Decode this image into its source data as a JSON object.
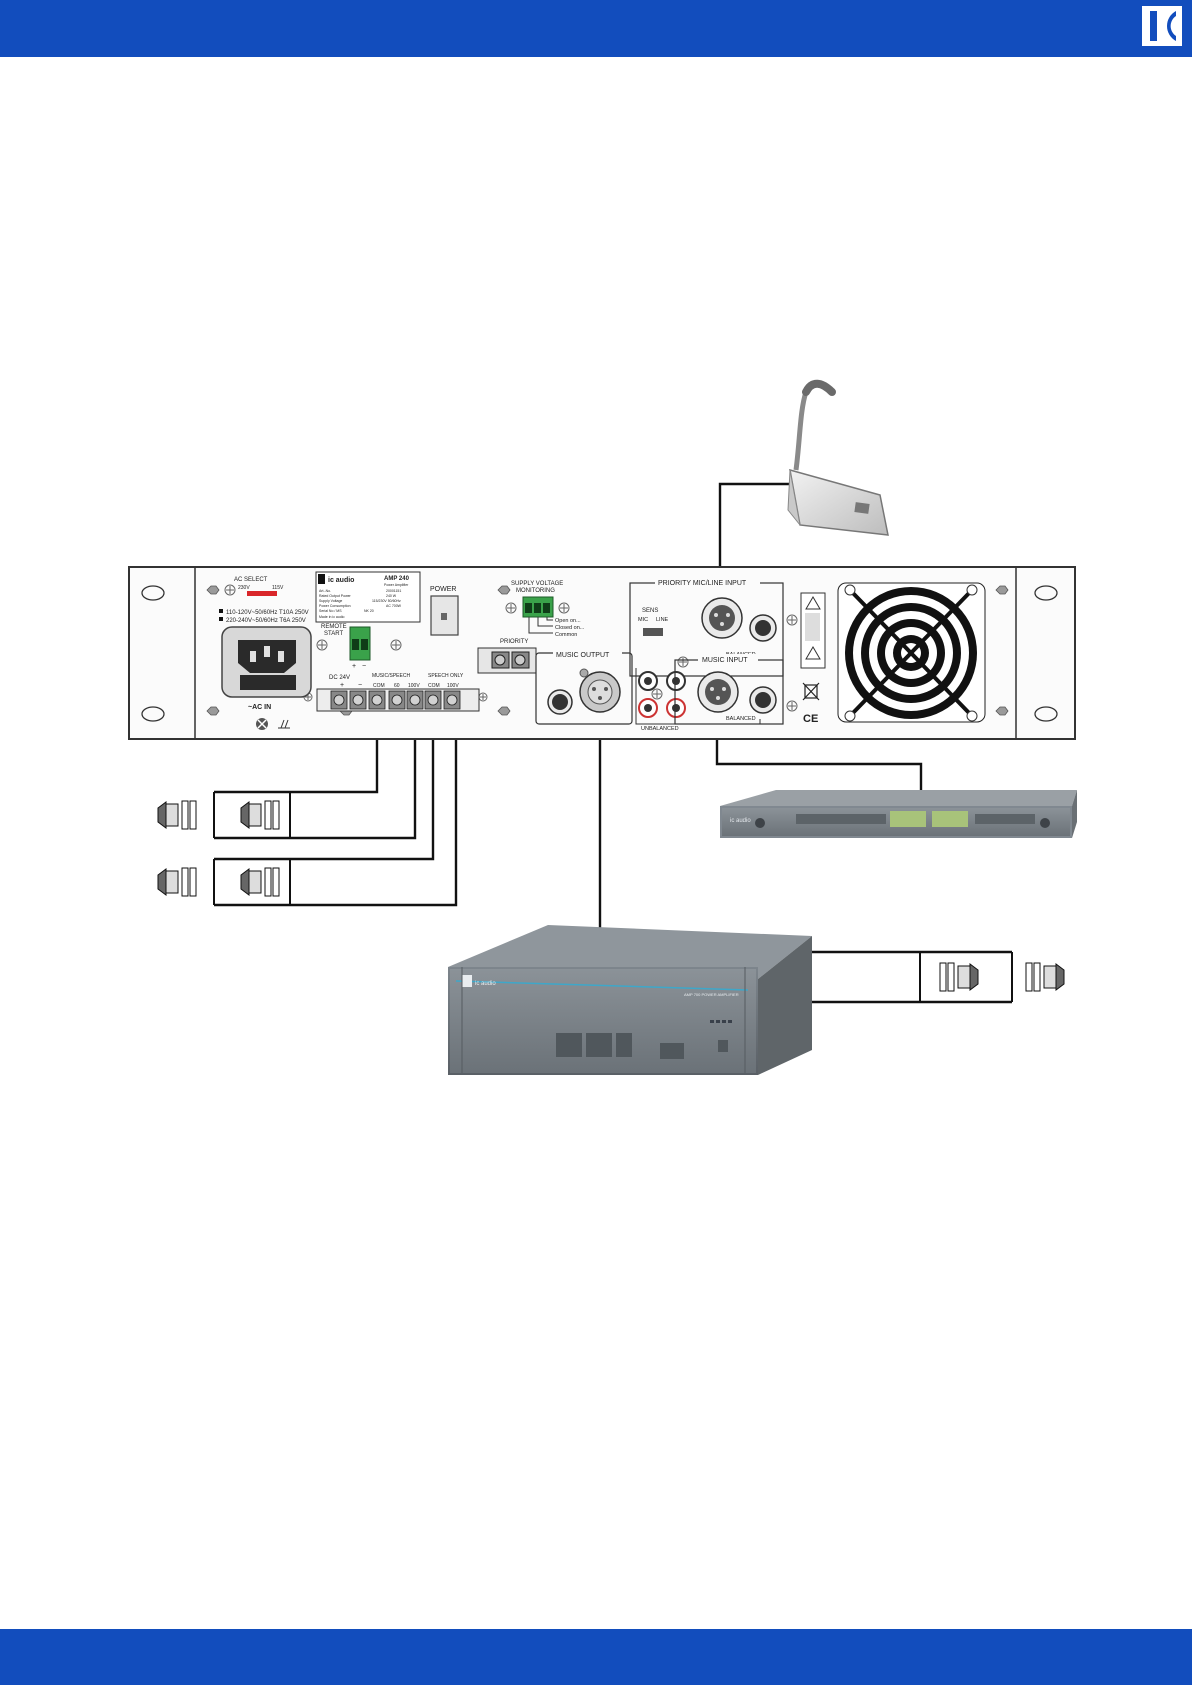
{
  "header": {
    "brand_color": "#124dbd",
    "logo_icon": "ic-audio-logo-icon"
  },
  "amplifier": {
    "ac_select": "AC SELECT",
    "ac_230v": "230V",
    "ac_115v": "115V",
    "voltage_line_1": "110-120V~50/60Hz T10A 250V",
    "voltage_line_2": "220-240V~50/60Hz T6A 250V",
    "ac_in": "~AC IN",
    "label_brand": "ic audio",
    "label_model": "AMP 240",
    "label_sub": "Power Amplifier",
    "label_rows": [
      "Art.-No.",
      "Rated Output Power",
      "Supply Voltage",
      "Power Consumption",
      "Serial No / MS"
    ],
    "label_values": [
      "20001151",
      "240 W",
      "115/230V 50/60Hz",
      "AC 700W",
      "NK 20"
    ],
    "label_made": "Made in ic audio",
    "power": "POWER",
    "remote_start": "REMOTE",
    "remote_start_2": "START",
    "supply_voltage": "SUPPLY VOLTAGE",
    "monitoring": "MONITORING",
    "monitor_closed_on": "Open on...",
    "monitor_closed_or": "Closed on...",
    "monitor_common": "Common",
    "priority": "PRIORITY",
    "dc24v": "DC 24V",
    "dc_plus": "+",
    "dc_minus": "−",
    "music_speech": "MUSIC/SPEECH",
    "speech_only": "SPEECH ONLY",
    "term_com_1": "COM",
    "term_ohm": "60",
    "term_100v_1": "100V",
    "term_com_2": "COM",
    "term_100v_2": "100V",
    "priority_mic_line_input": "PRIORITY MIC/LINE INPUT",
    "sens": "SENS",
    "sens_mic": "MIC",
    "sens_line": "LINE",
    "balanced_1": "BALANCED",
    "music_output": "MUSIC OUTPUT",
    "music_input": "MUSIC INPUT",
    "balanced_2": "BALANCED",
    "unbalanced": "UNBALANCED",
    "ce": "CE"
  },
  "devices": {
    "player_brand": "ic audio",
    "power_amp_brand": "ic audio",
    "power_amp_model": "AMP 700 POWER AMPLIFIER"
  }
}
